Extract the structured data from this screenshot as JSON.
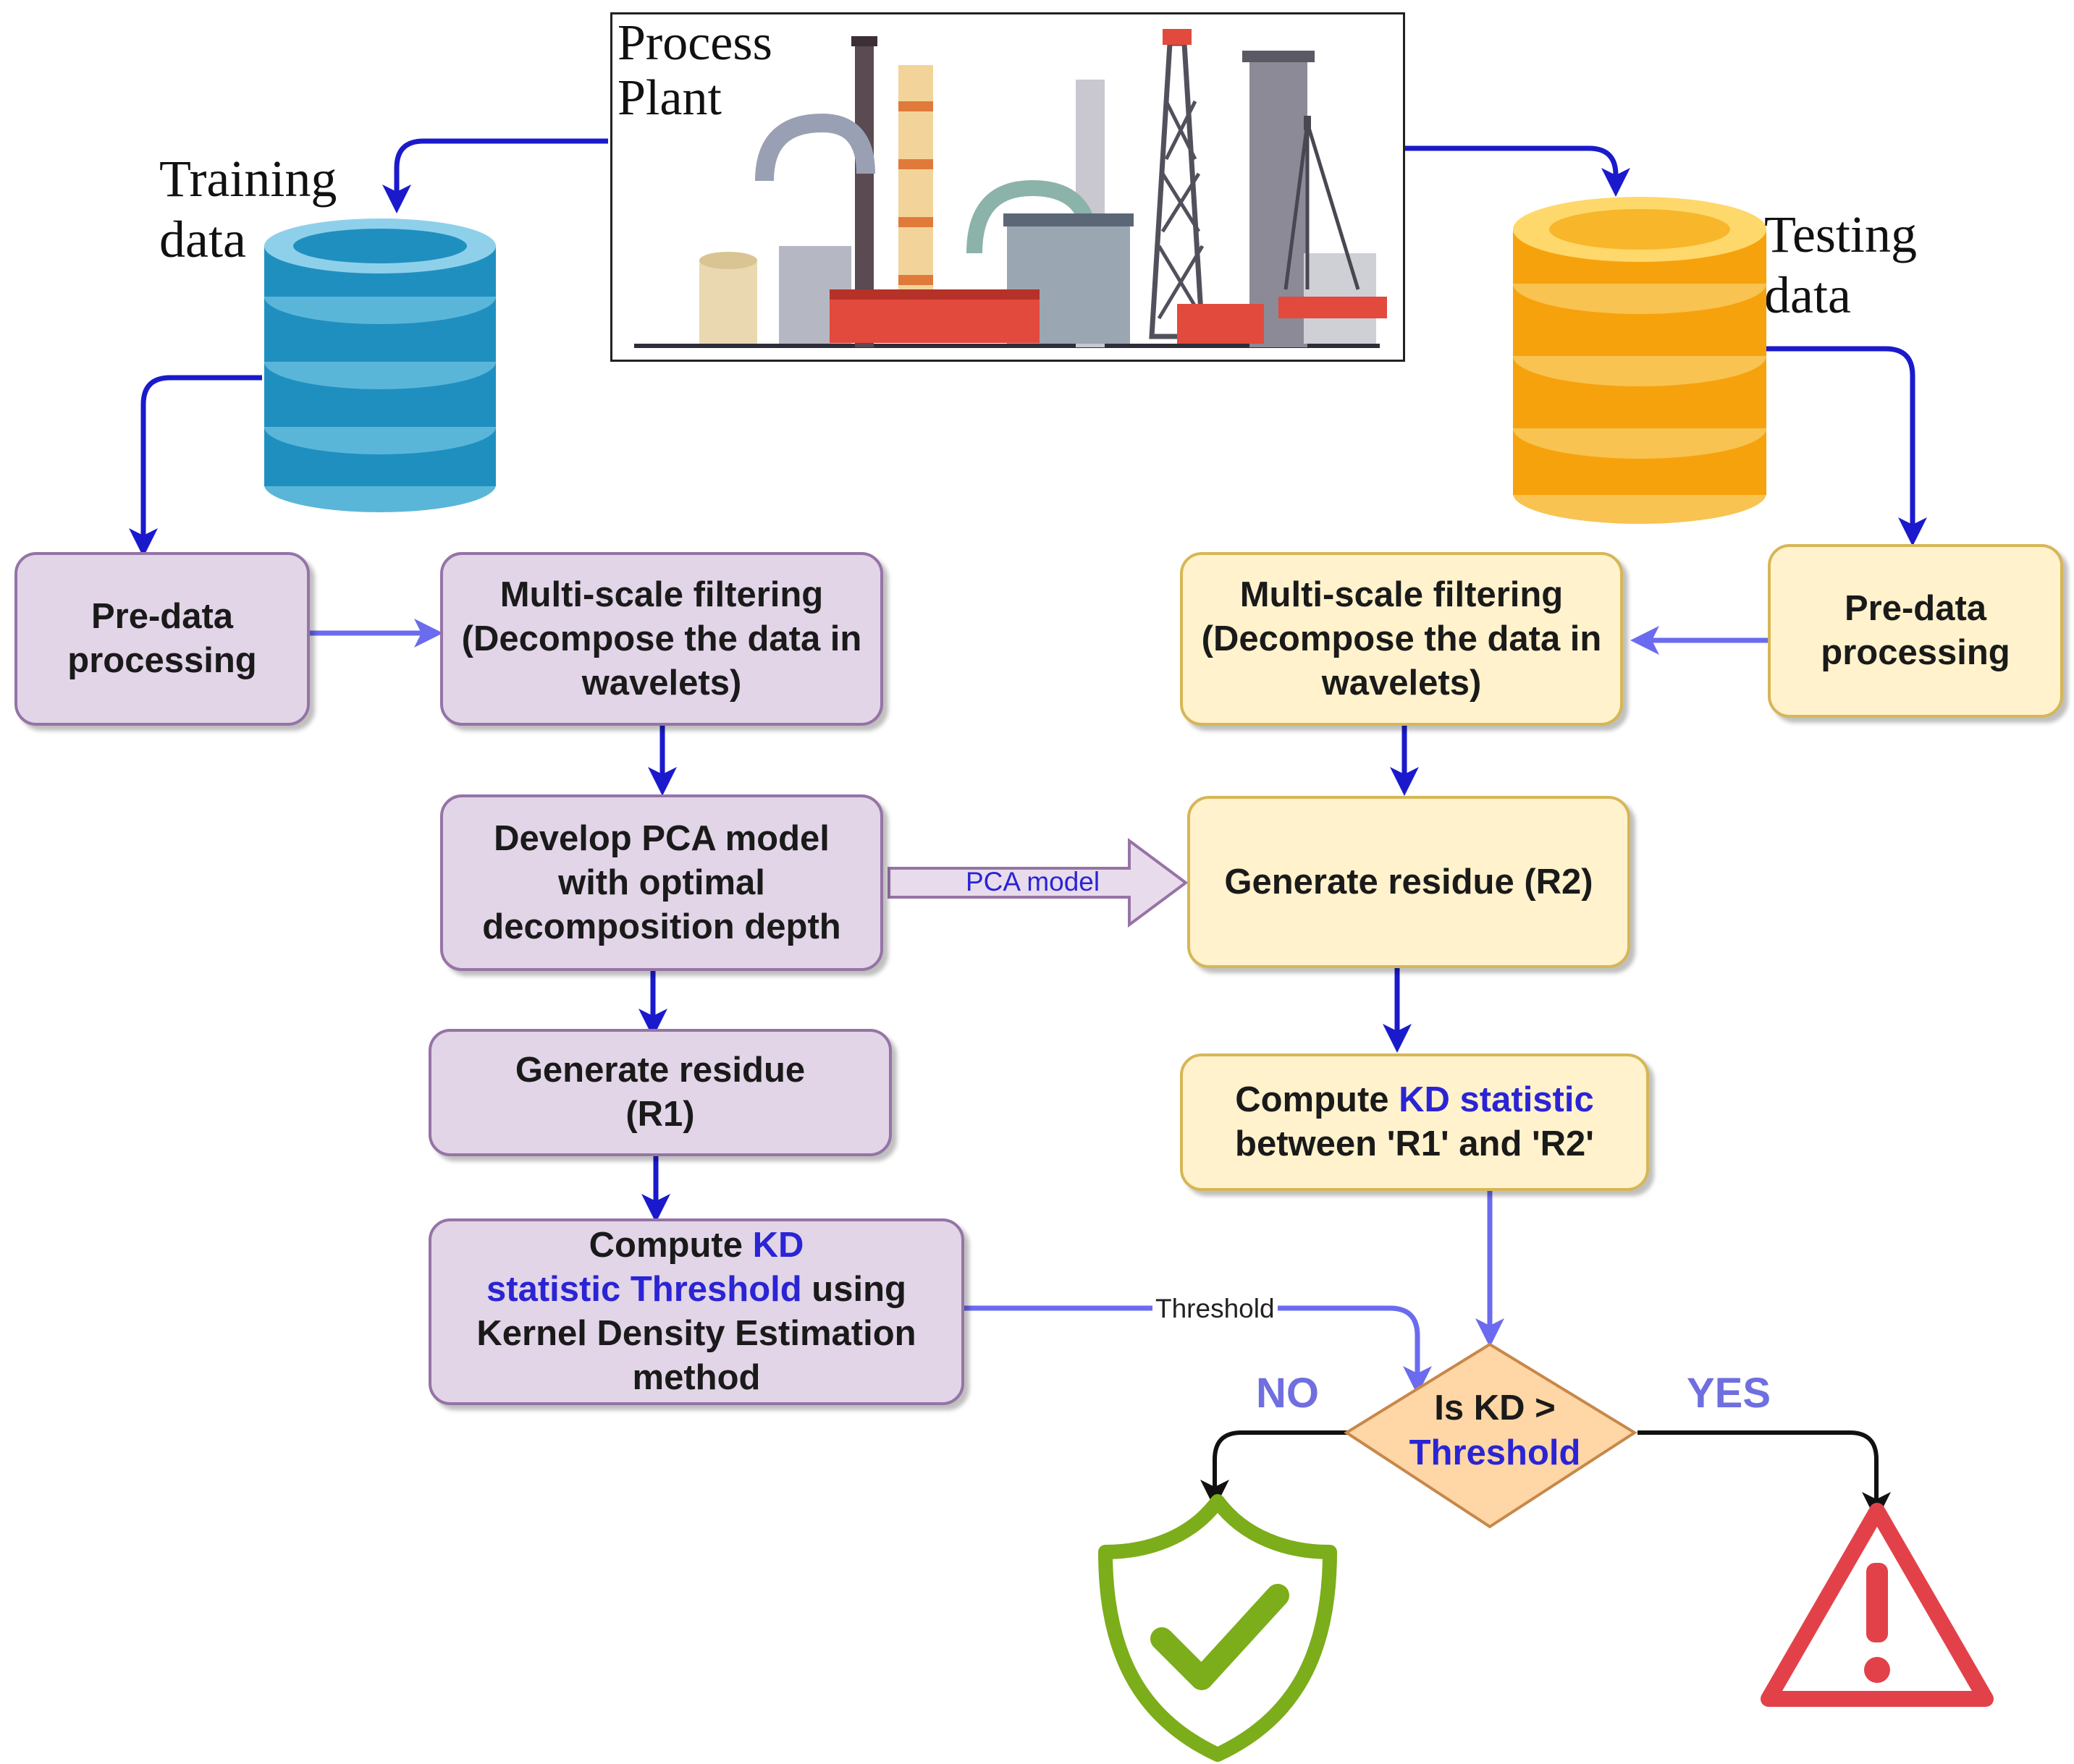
{
  "plant": {
    "title_line1": "Process",
    "title_line2": "Plant"
  },
  "training": {
    "line1": "Training",
    "line2": "data"
  },
  "testing": {
    "line1": "Testing",
    "line2": "data"
  },
  "left": {
    "predata": {
      "line1": "Pre-data",
      "line2": "processing"
    },
    "msf": {
      "line1": "Multi-scale filtering",
      "line2": "(Decompose the data in",
      "line3": "wavelets)"
    },
    "pca": {
      "line1": "Develop PCA model",
      "line2": "with optimal",
      "line3": "decomposition depth"
    },
    "residue": {
      "line1": "Generate residue",
      "line2": "(R1)"
    },
    "kd": {
      "w1": "Compute ",
      "w2": "KD",
      "w3": "statistic Threshold",
      "w4": " using",
      "line3": "Kernel Density Estimation",
      "line4": "method"
    }
  },
  "right": {
    "predata": {
      "line1": "Pre-data",
      "line2": "processing"
    },
    "msf": {
      "line1": "Multi-scale filtering",
      "line2": "(Decompose the data in",
      "line3": "wavelets)"
    },
    "residue": {
      "line1": "Generate residue (R2)"
    },
    "kd": {
      "w1": "Compute ",
      "w2": "KD statistic",
      "line2": "between 'R1' and 'R2'"
    }
  },
  "edges": {
    "pca_model": "PCA model",
    "threshold": "Threshold"
  },
  "decision": {
    "line1": "Is KD  >",
    "line2": "Threshold",
    "no": "NO",
    "yes": "YES"
  },
  "colors": {
    "arrow_dark": "#1a1acc",
    "arrow_light": "#6b6bef",
    "purple_fill": "#e1d5e7",
    "yellow_fill": "#fff2cc",
    "diamond_fill": "#ffd6a5",
    "shield_green": "#7cad1a",
    "warning_red": "#e34149",
    "db_blue": "#1f8fc0",
    "db_orange": "#f6a20d"
  },
  "icons": {
    "ok": "shield-check-icon",
    "alert": "warning-triangle-icon",
    "train_db": "database-icon",
    "test_db": "database-icon",
    "plant": "factory-illustration"
  }
}
